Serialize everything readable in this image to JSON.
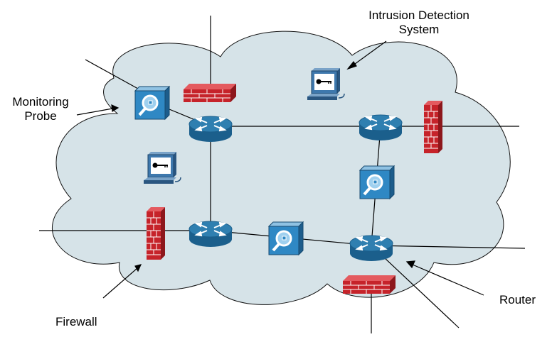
{
  "labels": {
    "ids_line1": "Intrusion Detection",
    "ids_line2": "System",
    "probe_line1": "Monitoring",
    "probe_line2": "Probe",
    "router": "Router",
    "firewall": "Firewall"
  },
  "colors": {
    "cloud_fill": "#d6e3e8",
    "cloud_stroke": "#111111",
    "router_top": "#2f7fb0",
    "router_side": "#1b5f8c",
    "firewall_red": "#c6232a",
    "probe_face": "#2f88c4",
    "line": "#000000"
  },
  "icons": {
    "router": "router-icon",
    "firewall": "firewall-icon",
    "probe": "monitoring-probe-icon",
    "ids": "ids-workstation-icon"
  }
}
